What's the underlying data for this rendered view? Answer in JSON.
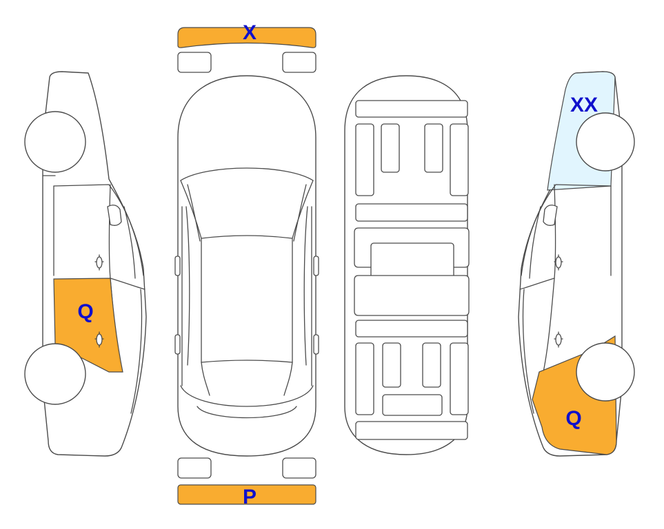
{
  "markers": {
    "front_bumper": "X",
    "rear_bumper": "P",
    "left_rear_door": "Q",
    "right_front_fender": "XX",
    "right_rear_quarter": "Q"
  },
  "colors": {
    "damage_orange": "#f9a825",
    "damage_light_blue": "#e1f5fe",
    "marker_text": "#1010cc",
    "outline": "#4a4a4a"
  }
}
